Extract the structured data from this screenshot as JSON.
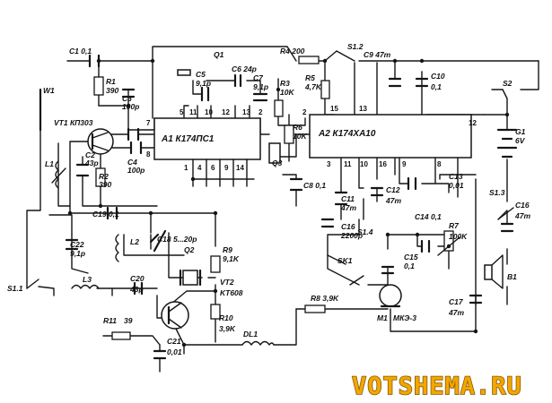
{
  "chips": {
    "a1": "A1 К174ПС1",
    "a2": "A2 К174ХА10"
  },
  "a1_pins": [
    "7",
    "5",
    "11",
    "10",
    "12",
    "13",
    "2",
    "8",
    "1",
    "4",
    "6",
    "9",
    "14"
  ],
  "a2_pins": [
    "2",
    "15",
    "13",
    "12",
    "3",
    "11",
    "10",
    "16",
    "9",
    "8"
  ],
  "components": {
    "c1": "C1 0,1",
    "r1": "R1",
    "r1v": "390",
    "c3": "C3",
    "c3v": "100p",
    "vt1": "VT1 КП303",
    "c2": "C2",
    "c2v": "43p",
    "r2": "R2",
    "r2v": "390",
    "c4": "C4",
    "c4v": "100p",
    "l1": "L1",
    "c19": "C19 0,1",
    "c22": "C22",
    "c22v": "9,1p",
    "l2": "L2",
    "c18": "C18 5...20p",
    "q2": "Q2",
    "c20": "C20",
    "c20v": "43p",
    "l3": "L3",
    "r11": "R11",
    "r11v": "39",
    "c21": "C21",
    "c21v": "0,01",
    "vt2": "VT2",
    "vt2v": "KT608",
    "r9": "R9",
    "r9v": "9,1K",
    "r10": "R10",
    "r10v": "3,9K",
    "dl1": "DL1",
    "q1": "Q1",
    "c5": "C5",
    "c5v": "9,1p",
    "c6": "C6 24p",
    "c7": "C7",
    "c7v": "9,1p",
    "r3": "R3",
    "r3v": "10K",
    "r4": "R4 200",
    "r5": "R5",
    "r5v": "4,7K",
    "r6": "R6",
    "r6v": "10K",
    "q3": "Q3",
    "c8": "C8 0,1",
    "c9": "C9 47m",
    "c10": "C10",
    "c10v": "0,1",
    "c11": "C11",
    "c11v": "47m",
    "c12": "C12",
    "c12v": "47m",
    "c13": "C13",
    "c13v": "0,01",
    "c14": "C14 0,1",
    "r7": "R7",
    "r7v": "100K",
    "c15": "C15",
    "c15v": "0,1",
    "c16": "C16",
    "c16v": "2200p",
    "c16b": "C16",
    "c16bv": "47m",
    "c17": "C17",
    "c17v": "47m",
    "g1": "G1",
    "g1v": "6V",
    "b1": "B1",
    "r8": "R8 3,9K",
    "m1": "M1",
    "m1v": "МКЭ-3",
    "w1": "W1"
  },
  "switches": {
    "s1_1": "S1.1",
    "s1_2": "S1.2",
    "s1_3": "S1.3",
    "s1_4": "S1.4",
    "s2": "S2",
    "sk1": "SK1"
  },
  "watermark": "VOTSHEMA.RU"
}
